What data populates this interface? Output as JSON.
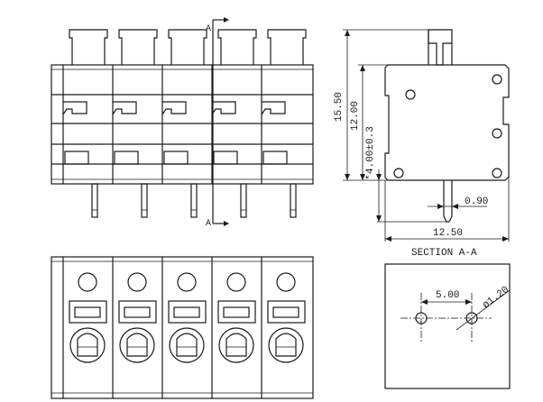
{
  "drawing": {
    "pole_count": 5,
    "section_marker": "A",
    "section_title": "SECTION A-A",
    "dimensions": {
      "total_height": "15.50",
      "body_height": "12.00",
      "pin_length": "4.00±0.3",
      "pin_length_prefix": "*",
      "pin_width": "0.90",
      "body_depth": "12.50",
      "pitch": "5.00",
      "hole_diameter": "ø1.20"
    }
  }
}
